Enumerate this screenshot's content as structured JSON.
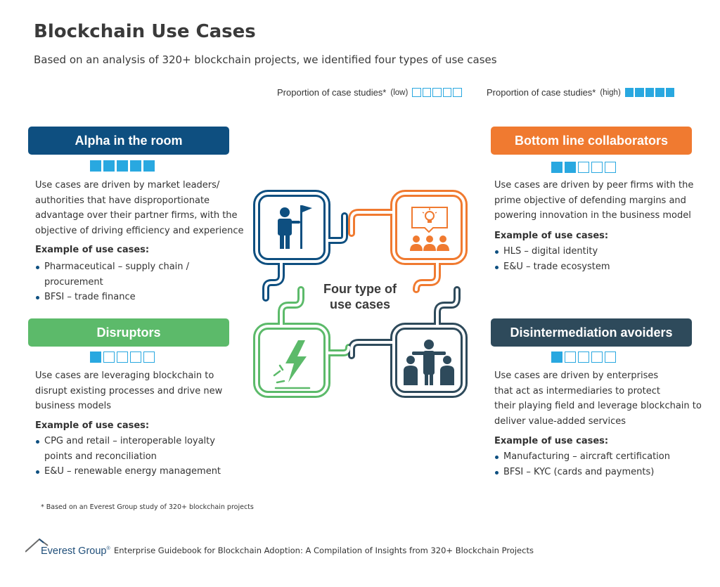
{
  "header": {
    "title": "Blockchain Use Cases",
    "subtitle": "Based on an analysis of 320+ blockchain projects, we identified four types of use cases"
  },
  "legend": {
    "low_label": "Proportion of case studies*",
    "low_suffix": "(low)",
    "low_filled": 0,
    "high_label": "Proportion of case studies*",
    "high_suffix": "(high)",
    "high_filled": 5
  },
  "colors": {
    "blue": "#0e4f80",
    "orange": "#f07a30",
    "green": "#5cba6a",
    "slate": "#2e4a5b",
    "rating": "#29a8e0"
  },
  "center": {
    "line1": "Four type of",
    "line2": "use cases",
    "icons": [
      "leader-with-flag-icon",
      "presentation-idea-icon",
      "energy-bolt-icon",
      "people-intermediary-icon"
    ]
  },
  "cards": {
    "alpha": {
      "title": "Alpha in the room",
      "rating": 5,
      "desc": [
        "Use cases are driven by market leaders/",
        "authorities that have disproportionate",
        "advantage over their partner firms, with the",
        "objective of driving efficiency and experience"
      ],
      "example_heading": "Example of use cases:",
      "examples": [
        "Pharmaceutical – supply chain /",
        "BFSI – trade finance"
      ],
      "examples_cont": "procurement"
    },
    "bottom": {
      "title": "Bottom line collaborators",
      "rating": 2,
      "desc": [
        "Use cases are driven by peer firms with the",
        "prime objective of defending margins and",
        "powering innovation in the business model"
      ],
      "example_heading": "Example of use cases:",
      "examples": [
        "HLS – digital identity",
        "E&U – trade ecosystem"
      ]
    },
    "disruptors": {
      "title": "Disruptors",
      "rating": 1,
      "desc": [
        "Use cases are leveraging blockchain to",
        "disrupt existing processes and drive new",
        "business models"
      ],
      "example_heading": "Example of use cases:",
      "examples": [
        "CPG and retail – interoperable loyalty",
        "E&U – renewable energy management"
      ],
      "examples_cont": "points and reconciliation"
    },
    "disinter": {
      "title": "Disintermediation avoiders",
      "rating": 1,
      "desc": [
        "Use cases are driven by enterprises",
        "that act as intermediaries to protect",
        "their playing field and leverage blockchain to",
        "deliver value-added services"
      ],
      "example_heading": "Example of use cases:",
      "examples": [
        "Manufacturing – aircraft certification",
        "BFSI – KYC (cards and payments)"
      ]
    }
  },
  "footnote": "* Based on an Everest Group study of 320+ blockchain projects",
  "footer": {
    "brand": "Everest Group",
    "brand_mark": "®",
    "text": "Enterprise Guidebook for Blockchain Adoption: A Compilation of Insights from 320+ Blockchain Projects"
  }
}
